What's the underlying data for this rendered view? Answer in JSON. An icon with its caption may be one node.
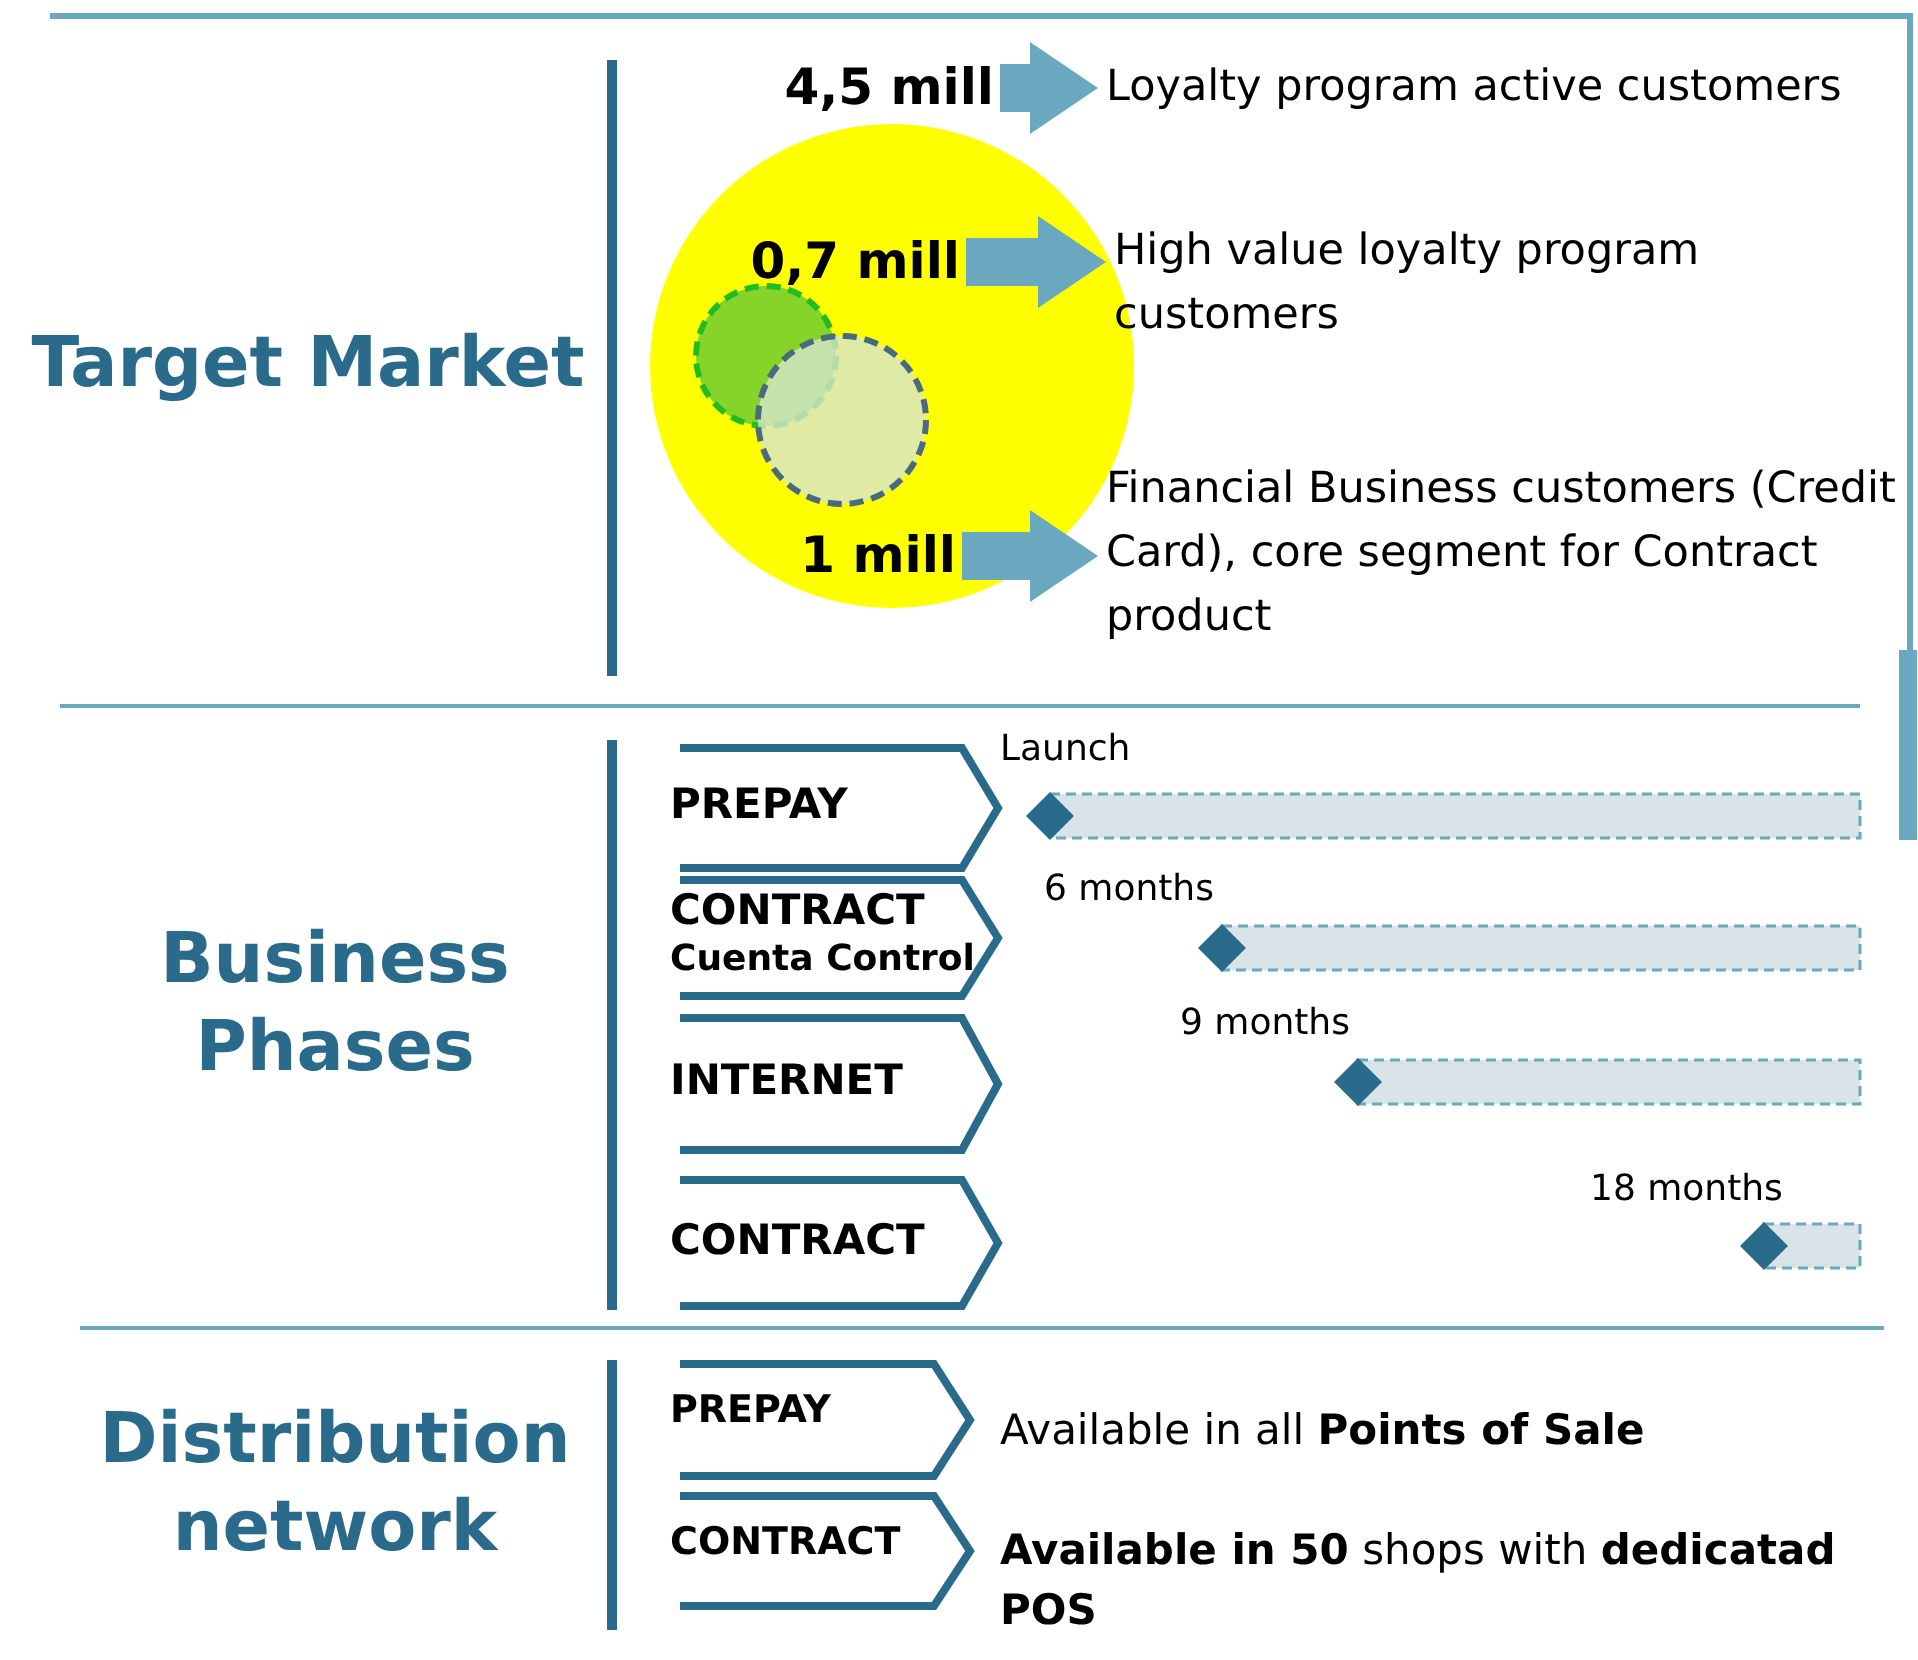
{
  "diagram": {
    "nodes": [
      {
        "text": [
          "4,5 mill"
        ]
      },
      {
        "text": [
          "Loyalty program active customers"
        ]
      },
      {
        "text": [
          "0,7 mill"
        ]
      },
      {
        "text": [
          "High value loyalty program customers"
        ]
      },
      {
        "text": [
          "1 mill"
        ]
      },
      {
        "text": [
          "Financial Business customers (Credit Card), core segment for Contract product"
        ]
      },
      {
        "text": [
          "PREPAY"
        ]
      },
      {
        "text": [
          "CONTRACT",
          "Cuenta Control"
        ]
      },
      {
        "text": [
          "INTERNET"
        ]
      },
      {
        "text": [
          "CONTRACT"
        ]
      },
      {
        "text": [
          "PREPAY"
        ],
        "beside": [
          "Available in all **Points of Sale**"
        ]
      },
      {
        "text": [
          "CONTRACT"
        ],
        "beside": [
          "**Available in 50** shops with **dedicatad POS**"
        ]
      }
    ],
    "edges": [
      {
        "from": 0,
        "to": 1,
        "arrow": "to"
      },
      {
        "from": 2,
        "to": 3,
        "arrow": "to"
      },
      {
        "from": 4,
        "to": 5,
        "arrow": "to"
      }
    ],
    "labels": [
      "Target Market",
      "Business Phases",
      "Launch",
      "6 months",
      "9 months",
      "18 months",
      "Distribution network"
    ]
  }
}
